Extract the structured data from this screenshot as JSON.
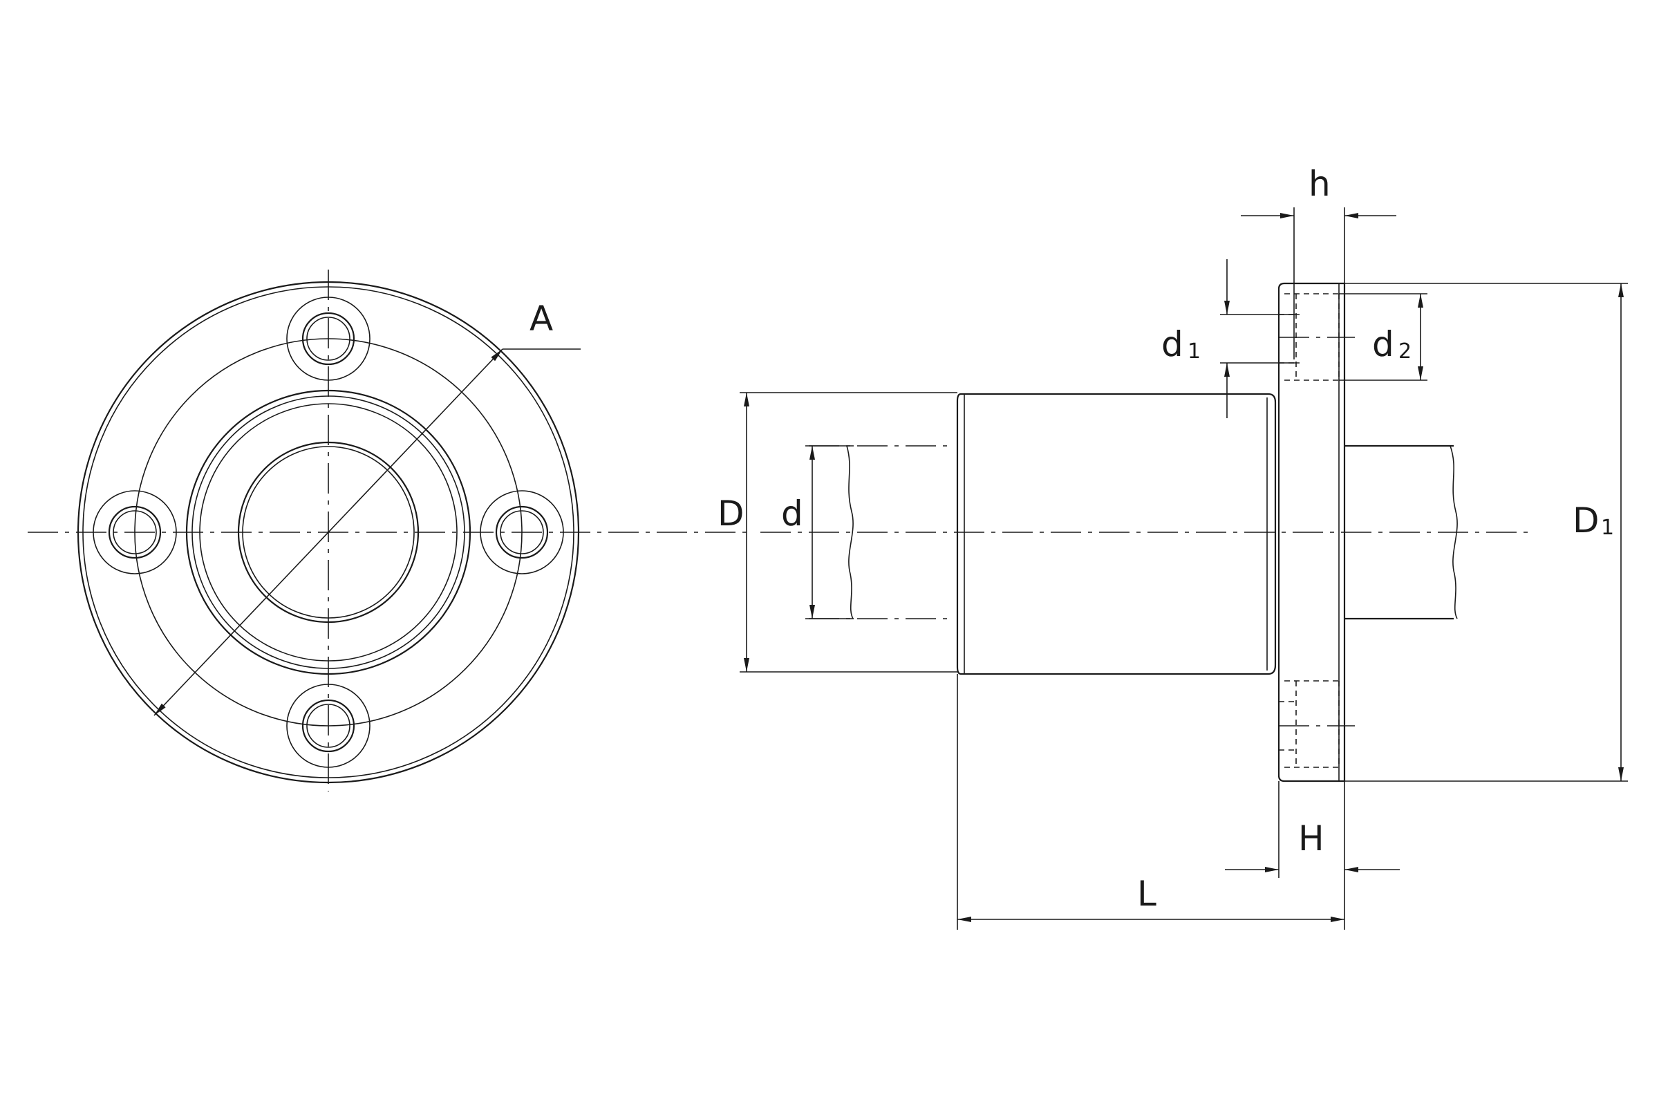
{
  "drawing": {
    "labels": {
      "A": "A",
      "D": "D",
      "d": "d",
      "d1_main": "d",
      "d1_sub": "1",
      "d2_main": "d",
      "d2_sub": "2",
      "D1_main": "D",
      "D1_sub": "1",
      "h": "h",
      "H": "H",
      "L": "L"
    }
  }
}
